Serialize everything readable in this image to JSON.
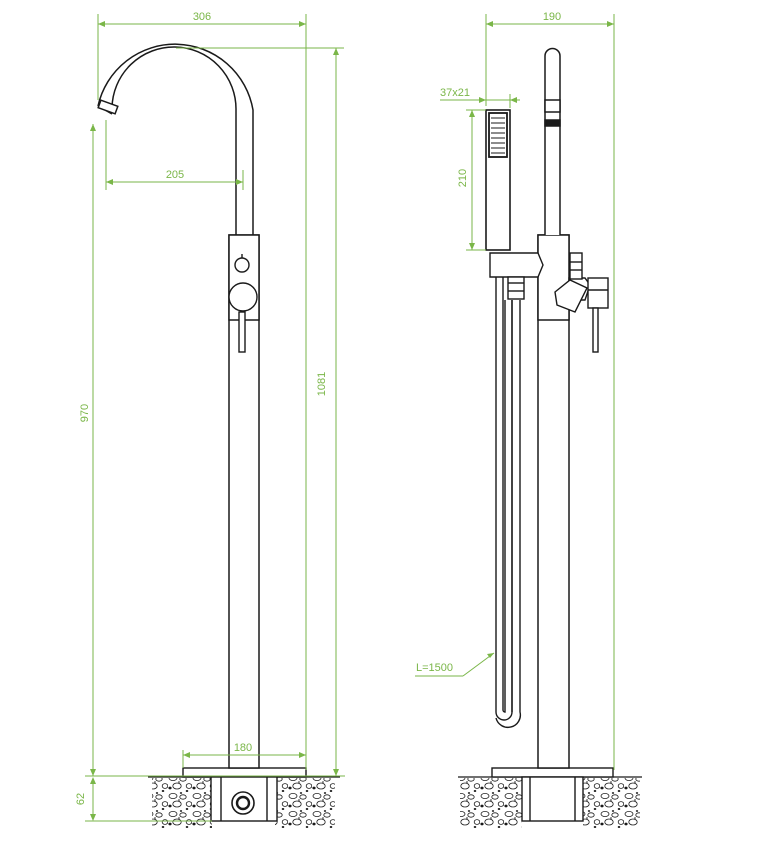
{
  "colors": {
    "dimension": "#7ab648",
    "outline": "#1a1a1a",
    "background": "#ffffff"
  },
  "front_view": {
    "width_label": "306",
    "reach_label": "205",
    "spout_height_label": "970",
    "total_height_label": "1081",
    "base_width_label": "180",
    "base_depth_label": "62"
  },
  "side_view": {
    "width_label": "190",
    "handshower_size_label": "37x21",
    "handshower_length_label": "210",
    "hose_length_label": "L=1500"
  }
}
